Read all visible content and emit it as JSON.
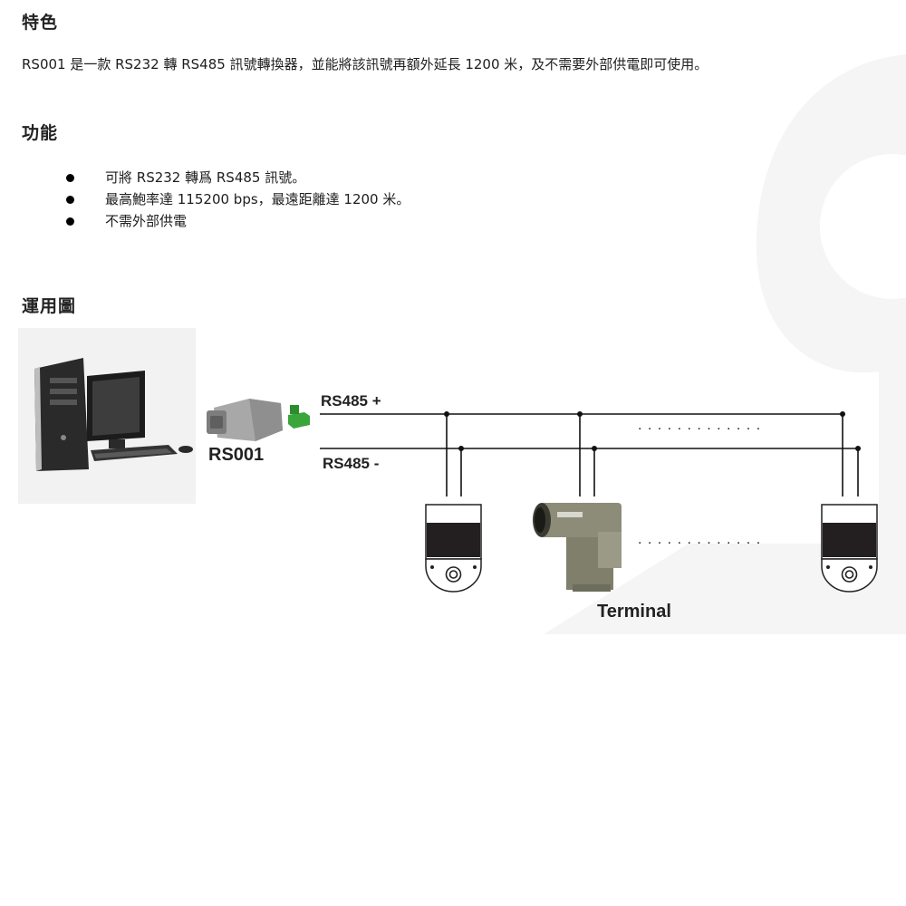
{
  "sections": {
    "features_heading": "特色",
    "features_paragraph": "RS001 是一款 RS232 轉 RS485 訊號轉換器，並能將該訊號再額外延長 1200 米，及不需要外部供電即可使用。",
    "functions_heading": "功能",
    "functions_list": [
      "可將 RS232 轉爲 RS485 訊號。",
      "最高鮑率達 115200 bps，最遠距離達 1200 米。",
      "不需外部供電"
    ],
    "application_heading": "運用圖"
  },
  "diagram": {
    "converter_label": "RS001",
    "bus_plus_label": "RS485 +",
    "bus_minus_label": "RS485 -",
    "terminal_label": "Terminal",
    "ellipsis": ". . . . . . . . . . . . ."
  },
  "colors": {
    "text": "#1e1e1e",
    "watermark": "#f4f4f4",
    "camera_dark": "#231f20",
    "connector_green": "#3aa53a",
    "ptz_body": "#8c8c78"
  }
}
